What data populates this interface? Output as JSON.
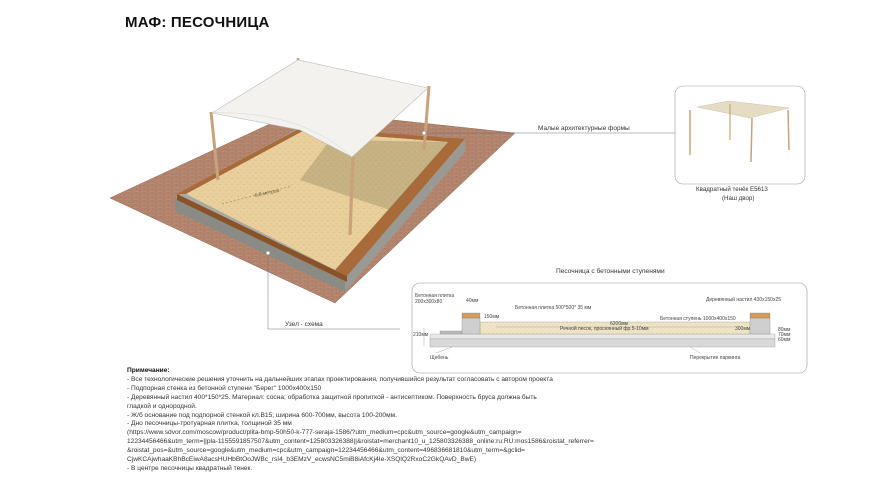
{
  "title": "МАФ: ПЕСОЧНИЦА",
  "labels": {
    "maf": "Малые архитектурные формы",
    "tent": "Квадратный тенёк Е5613",
    "tent_sub": "(Наш двор)",
    "node": "Узел - схема",
    "section_title": "Песочница с бетонными ступенями",
    "sand_dim": "6,8 метров"
  },
  "section": {
    "concrete_tile": "Бетонная плитка",
    "concrete_tile_size": "200х300х80",
    "dim_40": "40мм",
    "dim_150": "150мм",
    "tile_500": "Бетонная плитка 500*500* 35 мм",
    "wood_deck": "Деревянный настил 430х150х25",
    "step": "Бетонная ступень 1000х400х150",
    "dim_6200": "6200мм",
    "sand": "Речной песок, просеянный фр.5-10мм",
    "dim_300": "300мм",
    "dim_210": "210мм",
    "dim_80a": "80мм",
    "dim_70": "70мм",
    "dim_60": "60мм",
    "gravel": "Щебень",
    "overlap": "Перекрытие паркинга"
  },
  "notes": {
    "header": "Примечание:",
    "lines": [
      "- Все технологические решения уточнить на дальнейших этапах проектирования, получившийся результат согласовать с автором проекта",
      "- Подпорная стенка из бетонной ступени \"Берег\" 1000х400х150",
      "- Деревянный настил 400*150*25. Материал: сосна; обработка защитной пропиткой - антисептиком. Поверхность бруса должна быть",
      "гладкой и однородной.",
      "- Ж/б основание под подпорной стенкой кл.В15; ширина 600-700мм, высота 100-200мм.",
      "- Дно песочницы-тротуарная плитка, толщиной 35 мм",
      "(https://www.sdvor.com/moscow/product/plita-bmp-50h50-k-777-seraja-1586/?utm_medium=cpc&utm_source=google&utm_campaign=",
      "12234456466&utm_term=||pla-1155591857507&utm_content=125803326388||&roistat=merchant10_u_125803326388_online:ru:RU:mos1586&roistat_referrer=",
      "&roistat_pos=&utm_source=google&utm_medium=cpc&utm_campaign=12234456466&utm_content=496836681810&utm_term=&gclid=",
      "CjwKCAjwhaaKBhBcEiwA8acsHUHbBtOoJWBc_rsI4_b3EMzV_ecwsNC5miB8iAfcKj4Ie-XSQlQ2RxoC2GkQAvD_BwE)",
      "- В центре песочницы квадратный тенек."
    ]
  }
}
